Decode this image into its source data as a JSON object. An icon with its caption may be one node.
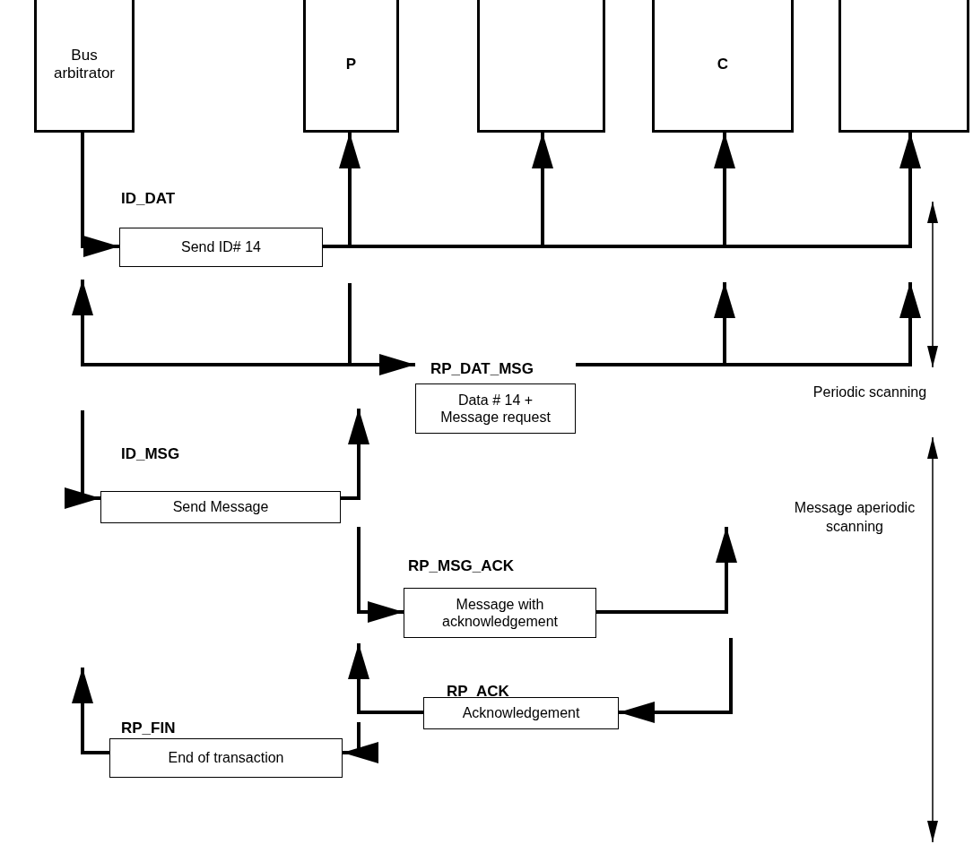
{
  "diagram": {
    "nodes": [
      {
        "text": [
          "Bus arbitrator"
        ]
      },
      {
        "text": [
          "P"
        ]
      },
      {
        "text": [],
        "shape": "box"
      },
      {
        "text": [
          "C"
        ]
      },
      {
        "text": [],
        "shape": "box"
      },
      {
        "text": [
          "Send ID# 14"
        ],
        "beside": [
          "ID_DAT"
        ]
      },
      {
        "text": [
          "Data # 14 + Message request"
        ],
        "beside": [
          "RP_DAT_MSG"
        ]
      },
      {
        "text": [
          "Send Message"
        ],
        "beside": [
          "ID_MSG"
        ]
      },
      {
        "text": [
          "Message with acknowledgement"
        ],
        "beside": [
          "RP_MSG_ACK"
        ]
      },
      {
        "text": [
          "Acknowledgement"
        ],
        "beside": [
          "RP_ACK"
        ]
      },
      {
        "text": [
          "End of transaction"
        ],
        "beside": [
          "RP_FIN"
        ]
      }
    ],
    "edges": [
      {
        "from": 0,
        "to": 5,
        "arrow": "to"
      },
      {
        "from": 5,
        "to": 1,
        "arrow": "to"
      },
      {
        "from": 5,
        "to": 2,
        "arrow": "to"
      },
      {
        "from": 5,
        "to": 3,
        "arrow": "to"
      },
      {
        "from": 5,
        "to": 4,
        "arrow": "to"
      },
      {
        "from": null,
        "to": 6,
        "arrow": "to"
      },
      {
        "from": 6,
        "to": null,
        "arrow": "to"
      },
      {
        "from": 6,
        "to": null,
        "arrow": "to"
      },
      {
        "from": 6,
        "to": null,
        "arrow": "to"
      },
      {
        "from": null,
        "to": 7,
        "arrow": "to"
      },
      {
        "from": 7,
        "to": null,
        "arrow": "to"
      },
      {
        "from": null,
        "to": 8,
        "arrow": "to"
      },
      {
        "from": 8,
        "to": null,
        "arrow": "to"
      },
      {
        "from": null,
        "to": 9,
        "arrow": "to"
      },
      {
        "from": 9,
        "to": null,
        "arrow": "to"
      },
      {
        "from": null,
        "to": 10,
        "arrow": "to"
      },
      {
        "from": 10,
        "to": null,
        "arrow": "to"
      }
    ],
    "labels": [
      "Periodic scanning",
      "Message aperiodic scanning"
    ]
  }
}
